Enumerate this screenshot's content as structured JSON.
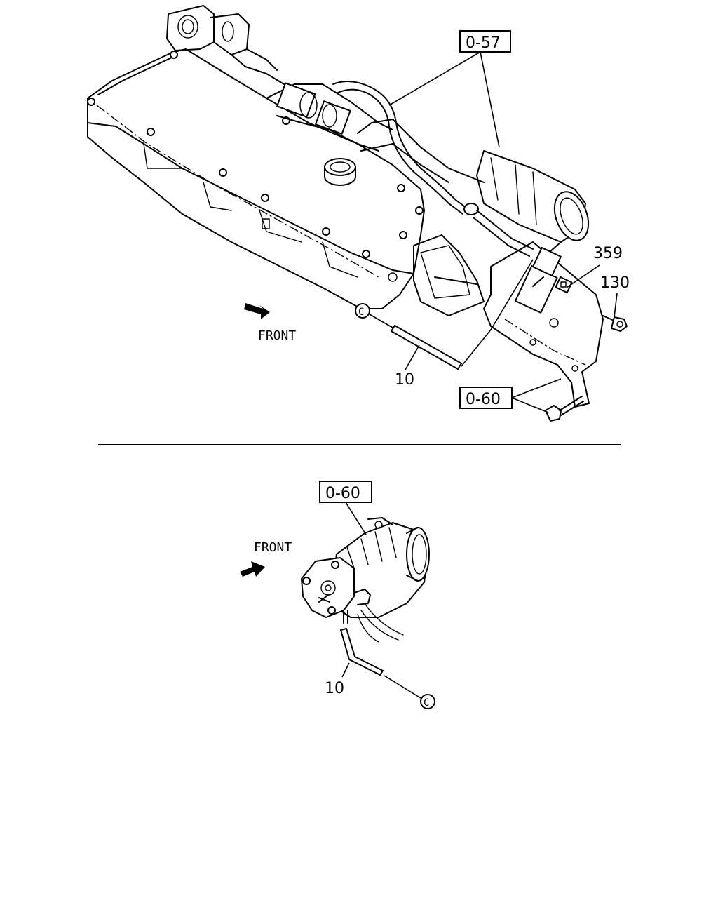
{
  "top_view": {
    "front_label": "FRONT",
    "callouts": {
      "ref_0_57": "0-57",
      "ref_0_60": "0-60",
      "part_359": "359",
      "part_130": "130",
      "part_10": "10",
      "connector_c": "C"
    }
  },
  "bottom_view": {
    "front_label": "FRONT",
    "callouts": {
      "ref_0_60": "0-60",
      "part_10": "10",
      "connector_c": "C"
    }
  }
}
